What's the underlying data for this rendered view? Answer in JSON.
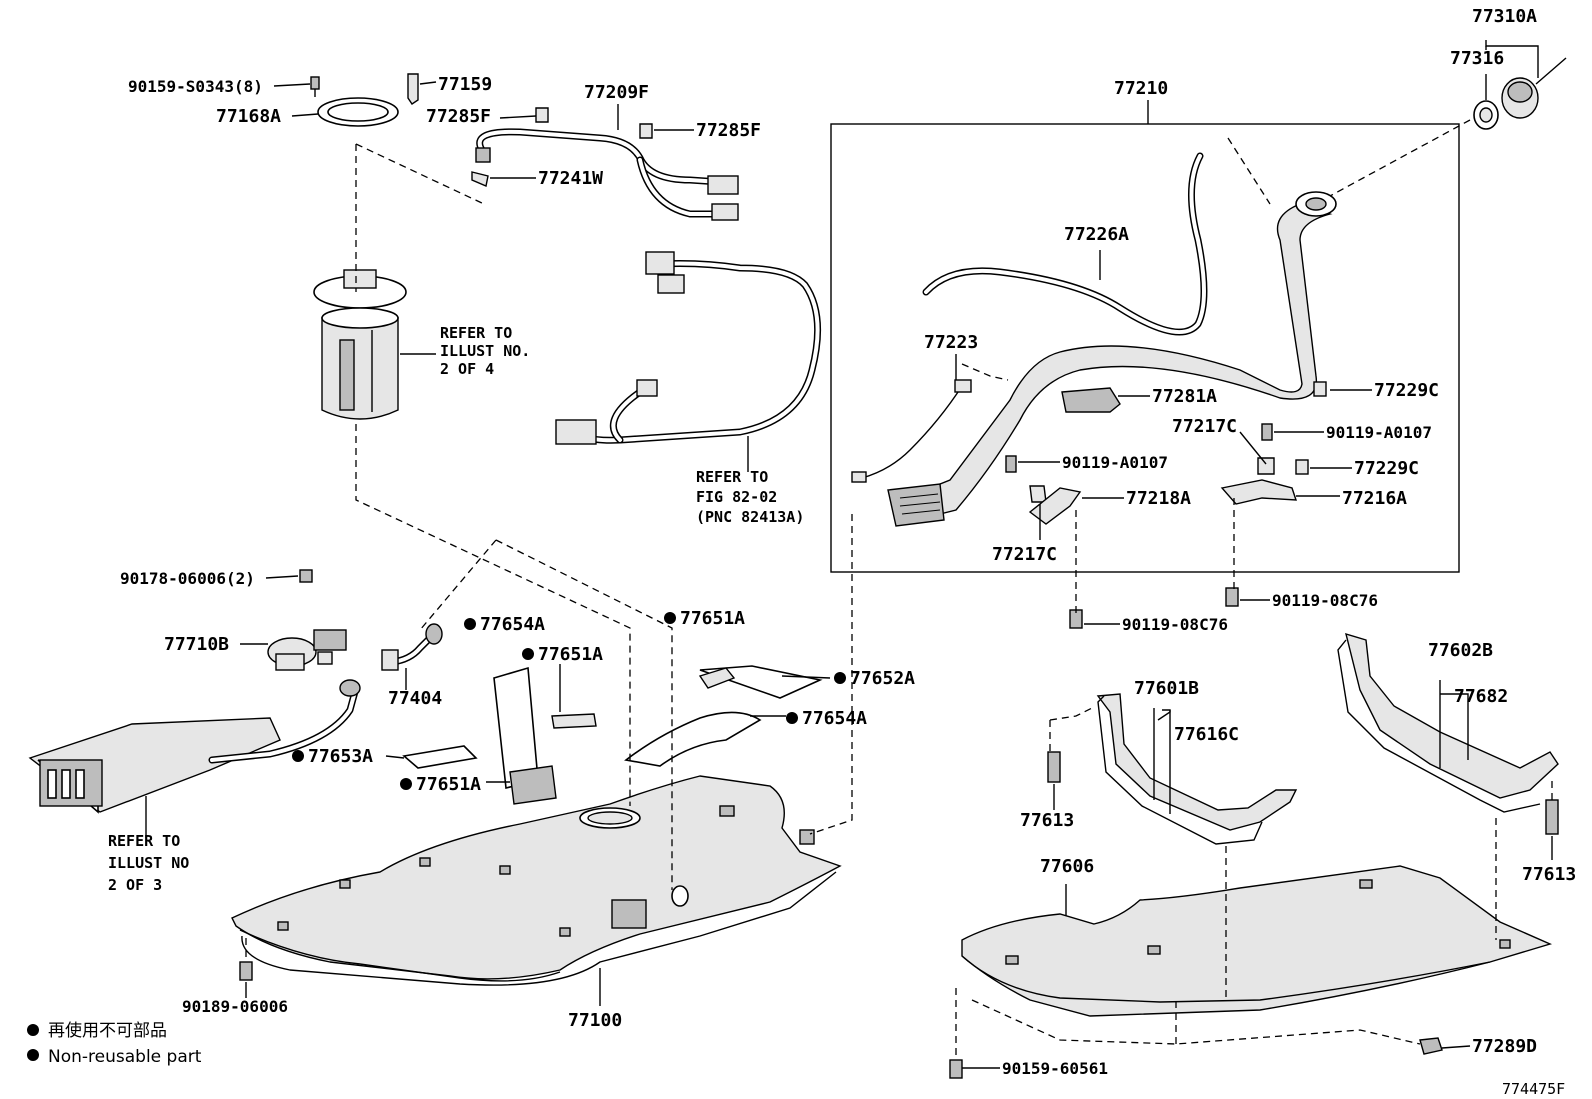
{
  "labels": {
    "l_90159_s0343": "90159-S0343(8)",
    "l_77159": "77159",
    "l_77168a": "77168A",
    "l_77285f_a": "77285F",
    "l_77209f": "77209F",
    "l_77285f_b": "77285F",
    "l_77241w": "77241W",
    "l_77210": "77210",
    "l_77310a": "77310A",
    "l_77316": "77316",
    "l_77226a": "77226A",
    "l_77223": "77223",
    "l_77281a": "77281A",
    "l_77229c_a": "77229C",
    "l_77217c_a": "77217C",
    "l_90119_a0107_a": "90119-A0107",
    "l_90119_a0107_b": "90119-A0107",
    "l_77229c_b": "77229C",
    "l_77218a": "77218A",
    "l_77216a": "77216A",
    "l_77217c_b": "77217C",
    "l_90119_08c76_a": "90119-08C76",
    "l_90119_08c76_b": "90119-08C76",
    "l_90178_06006": "90178-06006(2)",
    "l_77710b": "77710B",
    "l_77404": "77404",
    "l_77654a_a": "77654A",
    "l_77651a_a": "77651A",
    "l_77651a_b": "77651A",
    "l_77652a": "77652A",
    "l_77654a_b": "77654A",
    "l_77653a": "77653A",
    "l_77651a_c": "77651A",
    "l_77601b": "77601B",
    "l_77616c": "77616C",
    "l_77602b": "77602B",
    "l_77682": "77682",
    "l_77613_a": "77613",
    "l_77613_b": "77613",
    "l_77606": "77606",
    "l_77100": "77100",
    "l_90189_06006": "90189-06006",
    "l_77289d": "77289D",
    "l_90159_60561": "90159-60561",
    "l_figure_code": "774475F"
  },
  "refs": {
    "pump_1": "REFER TO",
    "pump_2": "ILLUST NO.",
    "pump_3": "2 OF 4",
    "wire_1": "REFER TO",
    "wire_2": "FIG 82-02",
    "wire_3": "(PNC 82413A)",
    "canister_1": "REFER TO",
    "canister_2": "ILLUST NO",
    "canister_3": "2 OF 3"
  },
  "legend": {
    "line_jp": "再使用不可部品",
    "line_en": "Non-reusable part"
  }
}
